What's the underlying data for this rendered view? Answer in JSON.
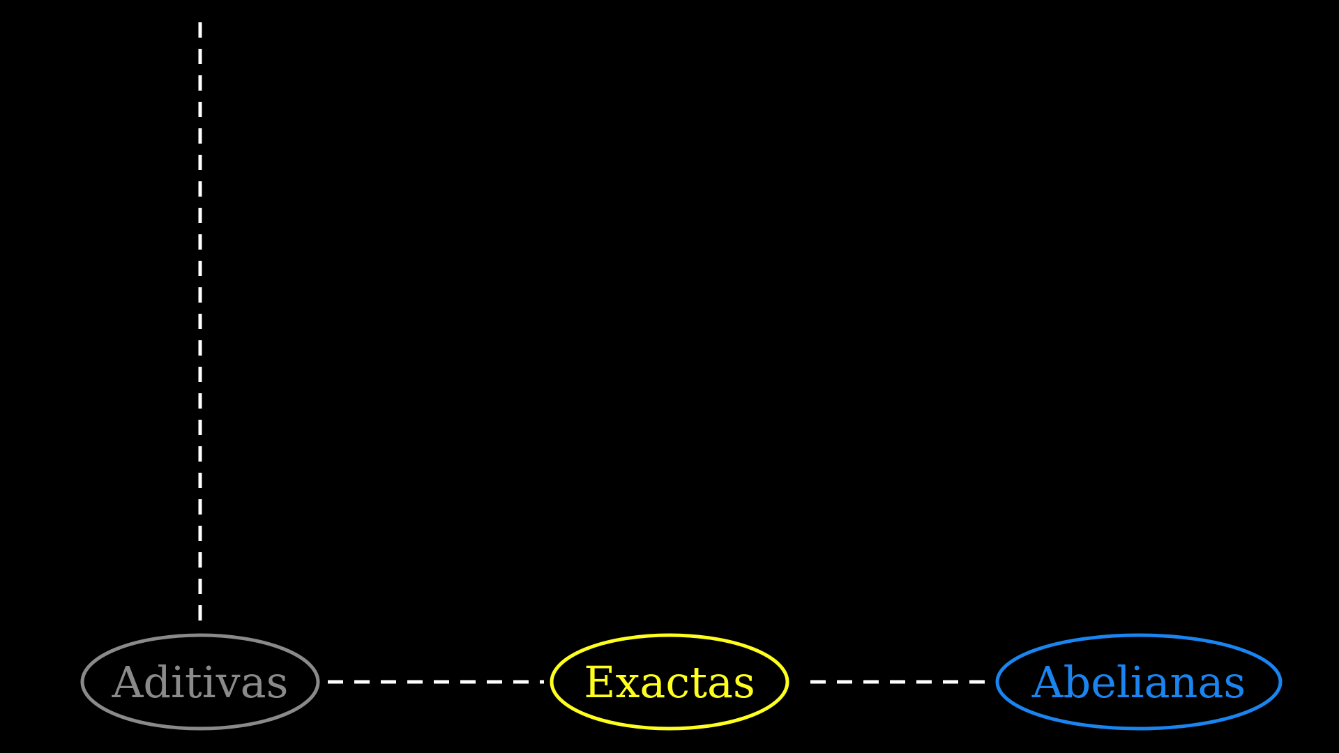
{
  "nodes": [
    {
      "id": "aditivas",
      "label": "Aditivas",
      "color": "#8a8a8a"
    },
    {
      "id": "exactas",
      "label": "Exactas",
      "color": "#ffff1f"
    },
    {
      "id": "abelianas",
      "label": "Abelianas",
      "color": "#1a85f0"
    }
  ],
  "edges": [
    {
      "from": "aditivas",
      "to": "exactas",
      "style": "dashed"
    },
    {
      "from": "exactas",
      "to": "abelianas",
      "style": "dashed"
    },
    {
      "from": "aditivas",
      "to": "top-edge",
      "style": "dashed"
    }
  ],
  "colors": {
    "background": "#000000",
    "edge": "#ffffff"
  }
}
